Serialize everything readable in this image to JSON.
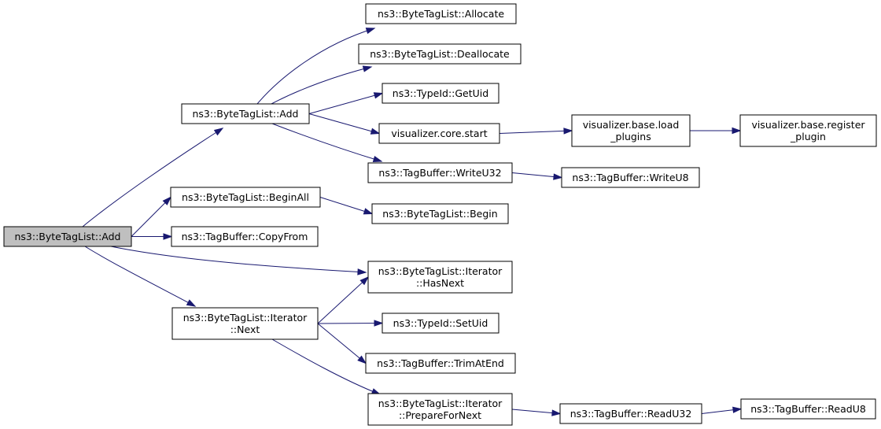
{
  "nodes": [
    {
      "id": "root",
      "lines": [
        "ns3::ByteTagList::Add"
      ],
      "highlighted": true
    },
    {
      "id": "add2",
      "lines": [
        "ns3::ByteTagList::Add"
      ]
    },
    {
      "id": "beginall",
      "lines": [
        "ns3::ByteTagList::BeginAll"
      ]
    },
    {
      "id": "copyfrom",
      "lines": [
        "ns3::TagBuffer::CopyFrom"
      ]
    },
    {
      "id": "iternext",
      "lines": [
        "ns3::ByteTagList::Iterator",
        "::Next"
      ]
    },
    {
      "id": "allocate",
      "lines": [
        "ns3::ByteTagList::Allocate"
      ]
    },
    {
      "id": "deallocate",
      "lines": [
        "ns3::ByteTagList::Deallocate"
      ]
    },
    {
      "id": "getuid",
      "lines": [
        "ns3::TypeId::GetUid"
      ]
    },
    {
      "id": "vcstart",
      "lines": [
        "visualizer.core.start"
      ]
    },
    {
      "id": "writeu32",
      "lines": [
        "ns3::TagBuffer::WriteU32"
      ]
    },
    {
      "id": "begin",
      "lines": [
        "ns3::ByteTagList::Begin"
      ]
    },
    {
      "id": "hasnext",
      "lines": [
        "ns3::ByteTagList::Iterator",
        "::HasNext"
      ]
    },
    {
      "id": "setuid",
      "lines": [
        "ns3::TypeId::SetUid"
      ]
    },
    {
      "id": "trimatend",
      "lines": [
        "ns3::TagBuffer::TrimAtEnd"
      ]
    },
    {
      "id": "preparefornext",
      "lines": [
        "ns3::ByteTagList::Iterator",
        "::PrepareForNext"
      ]
    },
    {
      "id": "loadplugins",
      "lines": [
        "visualizer.base.load",
        "_plugins"
      ]
    },
    {
      "id": "writeu8",
      "lines": [
        "ns3::TagBuffer::WriteU8"
      ]
    },
    {
      "id": "readu32",
      "lines": [
        "ns3::TagBuffer::ReadU32"
      ]
    },
    {
      "id": "registerplugin",
      "lines": [
        "visualizer.base.register",
        "_plugin"
      ]
    },
    {
      "id": "readu8",
      "lines": [
        "ns3::TagBuffer::ReadU8"
      ]
    }
  ],
  "edges": [
    {
      "from": "root",
      "to": "add2"
    },
    {
      "from": "root",
      "to": "beginall"
    },
    {
      "from": "root",
      "to": "copyfrom"
    },
    {
      "from": "root",
      "to": "hasnext"
    },
    {
      "from": "root",
      "to": "iternext"
    },
    {
      "from": "add2",
      "to": "allocate"
    },
    {
      "from": "add2",
      "to": "deallocate"
    },
    {
      "from": "add2",
      "to": "getuid"
    },
    {
      "from": "add2",
      "to": "vcstart"
    },
    {
      "from": "add2",
      "to": "writeu32"
    },
    {
      "from": "vcstart",
      "to": "loadplugins"
    },
    {
      "from": "loadplugins",
      "to": "registerplugin"
    },
    {
      "from": "writeu32",
      "to": "writeu8"
    },
    {
      "from": "beginall",
      "to": "begin"
    },
    {
      "from": "iternext",
      "to": "hasnext"
    },
    {
      "from": "iternext",
      "to": "setuid"
    },
    {
      "from": "iternext",
      "to": "trimatend"
    },
    {
      "from": "iternext",
      "to": "preparefornext"
    },
    {
      "from": "preparefornext",
      "to": "readu32"
    },
    {
      "from": "readu32",
      "to": "readu8"
    }
  ]
}
